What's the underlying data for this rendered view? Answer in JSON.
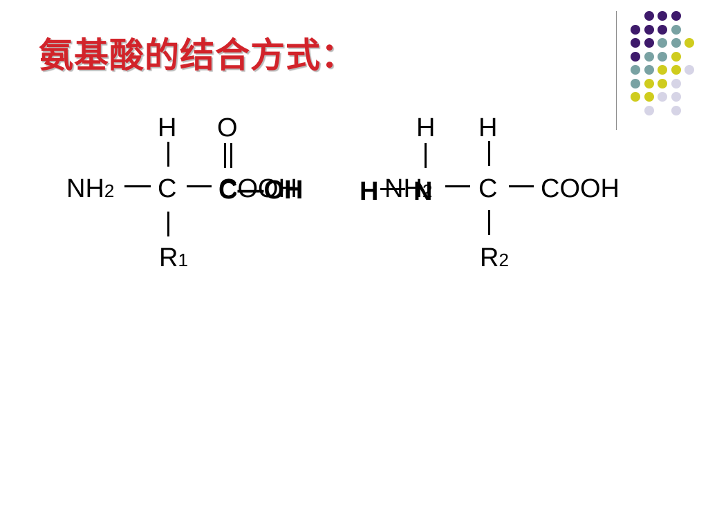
{
  "slide": {
    "title": "氨基酸的结合方式："
  },
  "molecule_1": {
    "top_h": "H",
    "top_o": "O",
    "nh": "NH",
    "nh_sub": "2",
    "center_c": "C",
    "right_group_a": "COOH",
    "right_group_b": "C—OH",
    "r": "R",
    "r_sub": "1"
  },
  "molecule_2": {
    "left_h": "H",
    "nh_a": "NH",
    "nh_a_sub": "2",
    "nh_b": "N",
    "top_h_left": "H",
    "top_h_right": "H",
    "center_c": "C",
    "right_group": "COOH",
    "r": "R",
    "r_sub": "2"
  },
  "colors": {
    "title": "#d2232a",
    "dot_purple": "#3e1a6b",
    "dot_teal": "#79a2a3",
    "dot_yellow": "#cfcc1e",
    "dot_lavender": "#d6d4e6"
  }
}
